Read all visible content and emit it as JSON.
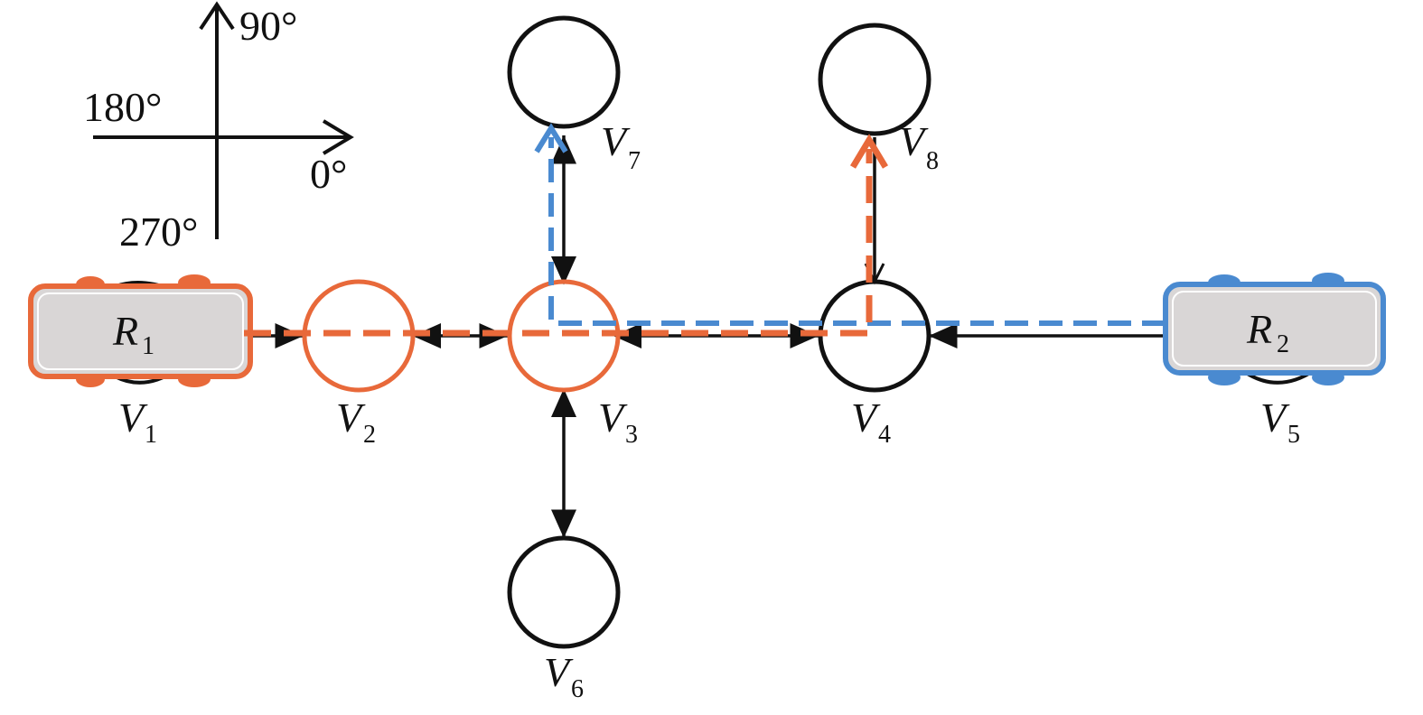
{
  "compass": {
    "labels": {
      "north": "90°",
      "west": "180°",
      "east": "0°",
      "south": "270°"
    }
  },
  "nodes": [
    {
      "id": "V1",
      "letter": "V",
      "sub": "1"
    },
    {
      "id": "V2",
      "letter": "V",
      "sub": "2"
    },
    {
      "id": "V3",
      "letter": "V",
      "sub": "3"
    },
    {
      "id": "V4",
      "letter": "V",
      "sub": "4"
    },
    {
      "id": "V5",
      "letter": "V",
      "sub": "5"
    },
    {
      "id": "V6",
      "letter": "V",
      "sub": "6"
    },
    {
      "id": "V7",
      "letter": "V",
      "sub": "7"
    },
    {
      "id": "V8",
      "letter": "V",
      "sub": "8"
    }
  ],
  "robots": [
    {
      "id": "R1",
      "letter": "R",
      "sub": "1",
      "color": "#e8693a",
      "start": "V1"
    },
    {
      "id": "R2",
      "letter": "R",
      "sub": "2",
      "color": "#4a8ad0",
      "start": "V5"
    }
  ],
  "edges": [
    {
      "from": "V1",
      "to": "V2",
      "directed": "one-way"
    },
    {
      "from": "V3",
      "to": "V2",
      "directed": "two-way"
    },
    {
      "from": "V3",
      "to": "V4",
      "directed": "two-way"
    },
    {
      "from": "V5",
      "to": "V4",
      "directed": "one-way"
    },
    {
      "from": "V3",
      "to": "V7",
      "directed": "two-way"
    },
    {
      "from": "V3",
      "to": "V6",
      "directed": "two-way"
    },
    {
      "from": "V8",
      "to": "V4",
      "directed": "one-way"
    }
  ],
  "paths": [
    {
      "robot": "R1",
      "color": "#e8693a",
      "route": [
        "V1",
        "V2",
        "V3",
        "V4",
        "V8"
      ]
    },
    {
      "robot": "R2",
      "color": "#4a8ad0",
      "route": [
        "V5",
        "V4",
        "V3",
        "V7"
      ]
    }
  ],
  "colors": {
    "robot1": "#e8693a",
    "robot2": "#4a8ad0",
    "edge": "#111111",
    "robot_fill": "#d9d6d6"
  }
}
